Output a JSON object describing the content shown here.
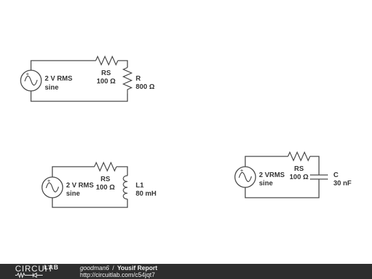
{
  "circuits": [
    {
      "source": {
        "line1": "2 V RMS",
        "line2": "sine"
      },
      "series": {
        "name": "RS",
        "value": "100 Ω"
      },
      "load": {
        "type": "resistor",
        "name": "R",
        "value": "800 Ω"
      }
    },
    {
      "source": {
        "line1": "2 V RMS",
        "line2": "sine"
      },
      "series": {
        "name": "RS",
        "value": "100 Ω"
      },
      "load": {
        "type": "inductor",
        "name": "L1",
        "value": "80 mH"
      }
    },
    {
      "source": {
        "line1": "2 VRMS",
        "line2": "sine"
      },
      "series": {
        "name": "RS",
        "value": "100 Ω"
      },
      "load": {
        "type": "capacitor",
        "name": "C",
        "value": "30 nF"
      }
    }
  ],
  "footer": {
    "logo_top": "CIRCUIT",
    "logo_bottom": "LAB",
    "author": "goodman6",
    "separator": "/",
    "title": "Yousif Report",
    "url": "http://circuitlab.com/c54jqt7"
  }
}
